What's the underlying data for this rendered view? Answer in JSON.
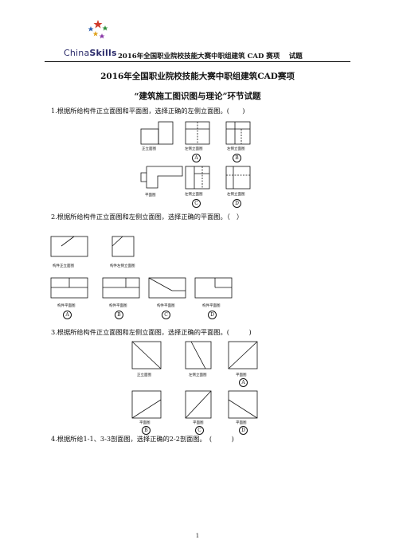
{
  "header": {
    "logo_name_a": "China",
    "logo_name_b": "Skills",
    "title": "2016年全国职业院校技能大赛中职组建筑 CAD 赛项　 试题"
  },
  "document": {
    "title": "2016年全国职业院校技能大赛中职组建筑CAD赛项",
    "subtitle": "“建筑施工图识图与理论”环节试题"
  },
  "questions": [
    {
      "text": "1.根据所给构件正立面图和平面图，选择正确的左侧立面图。(　　)",
      "captions": [
        "正立面图",
        "左侧立面图",
        "左侧立面图",
        "平面图",
        "左侧立面图",
        "左侧立面图"
      ],
      "options": [
        "A",
        "B",
        "C",
        "D"
      ]
    },
    {
      "text": "2.根据所给构件正立面图和左侧立面图，选择正确的平面图。（　）",
      "captions": [
        "构件正立面图",
        "构件左侧立面图",
        "构件平面图",
        "构件平面图",
        "构件平面图",
        "构件平面图"
      ],
      "options": [
        "A",
        "B",
        "C",
        "D"
      ]
    },
    {
      "text": "3.根据所给构件正立面图和左侧立面图，选择正确的平面图。(　　　)",
      "captions": [
        "正立面图",
        "左侧立面图",
        "平面图",
        "平面图",
        "平面图",
        "平面图"
      ],
      "options": [
        "A",
        "B",
        "C",
        "D"
      ]
    },
    {
      "text": "4.根据所给1-1、3-3剖面图，选择正确的2-2剖面图。　(　　　)"
    }
  ],
  "page_number": "1"
}
